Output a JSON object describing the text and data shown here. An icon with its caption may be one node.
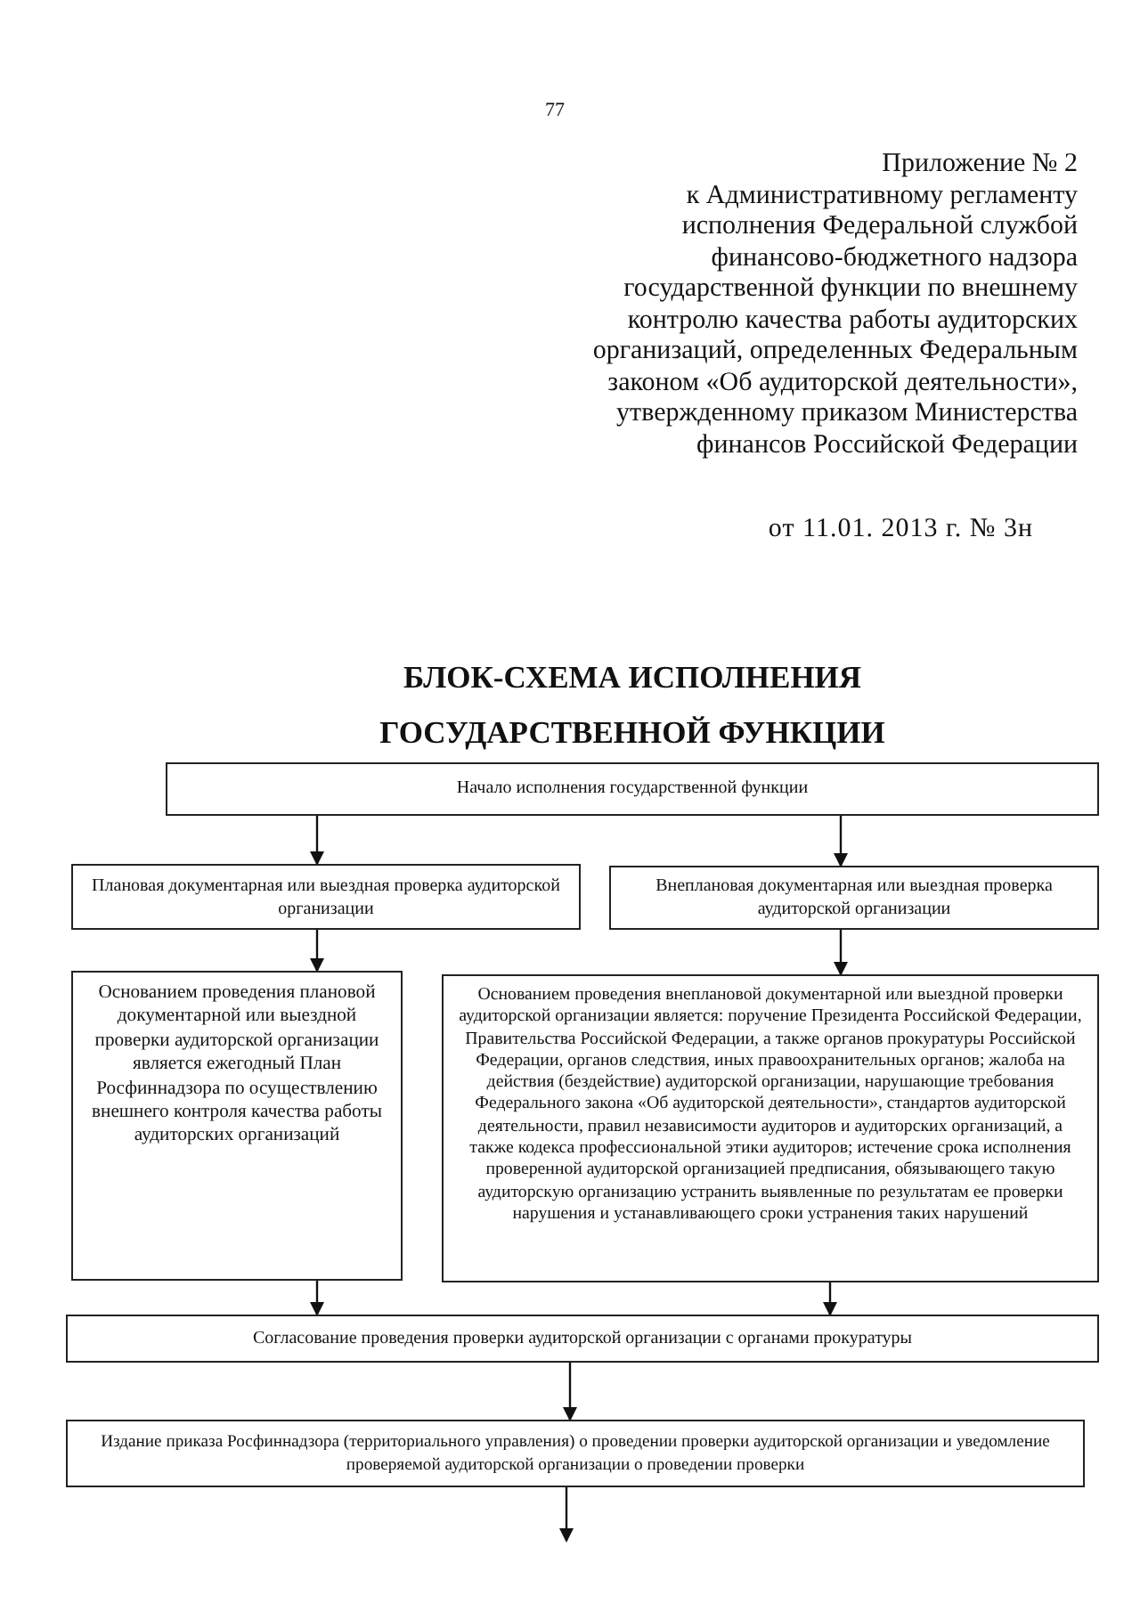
{
  "diagram": {
    "title": "БЛОК-СХЕМА ИСПОЛНЕНИЯ ГОСУДАРСТВЕННОЙ ФУНКЦИИ",
    "nodes": [
      {
        "text": [
          "Начало исполнения государственной функции"
        ]
      },
      {
        "text": [
          "Плановая документарная или выездная проверка аудиторской организации"
        ]
      },
      {
        "text": [
          "Внеплановая документарная или выездная проверка аудиторской организации"
        ]
      },
      {
        "text": [
          "Основанием проведения плановой документарной или выездной проверки аудиторской организации является ежегодный План Росфиннадзора по осуществлению внешнего контроля качества работы аудиторских организаций"
        ]
      },
      {
        "text": [
          "Основанием проведения внеплановой документарной или выездной проверки аудиторской организации является: поручение Президента Российской Федерации, Правительства Российской Федерации, а также органов прокуратуры Российской Федерации, органов следствия, иных правоохранительных органов; жалоба на действия (бездействие) аудиторской организации, нарушающие требования Федерального закона «Об аудиторской деятельности», стандартов аудиторской деятельности, правил независимости аудиторов и аудиторских организаций, а также кодекса профессиональной этики аудиторов; истечение срока исполнения проверенной аудиторской организацией предписания, обязывающего такую аудиторскую организацию устранить выявленные по результатам ее проверки нарушения и устанавливающего сроки устранения таких нарушений"
        ]
      },
      {
        "text": [
          "Согласование проведения проверки аудиторской организации с органами прокуратуры"
        ]
      },
      {
        "text": [
          "Издание приказа Росфиннадзора (территориального управления) о проведении проверки аудиторской организации и уведомление проверяемой аудиторской организации о проведении проверки"
        ]
      }
    ],
    "edges": [
      {
        "from": 0,
        "to": 1,
        "arrow": "to"
      },
      {
        "from": 0,
        "to": 2,
        "arrow": "to"
      },
      {
        "from": 1,
        "to": 3,
        "arrow": "to"
      },
      {
        "from": 2,
        "to": 4,
        "arrow": "to"
      },
      {
        "from": 3,
        "to": 5,
        "arrow": "to"
      },
      {
        "from": 4,
        "to": 5,
        "arrow": "to"
      },
      {
        "from": 5,
        "to": 6,
        "arrow": "to"
      },
      {
        "from": 6,
        "to": null,
        "arrow": "to"
      }
    ],
    "labels": [
      "77",
      "Приложение № 2",
      "к Административному регламенту исполнения Федеральной службой финансово-бюджетного надзора государственной функции по внешнему контролю качества работы аудиторских организаций, определенных Федеральным законом «Об аудиторской деятельности», утвержденному приказом Министерства финансов Российской Федерации",
      "от 11.01. 2013 г. № 3н"
    ]
  }
}
